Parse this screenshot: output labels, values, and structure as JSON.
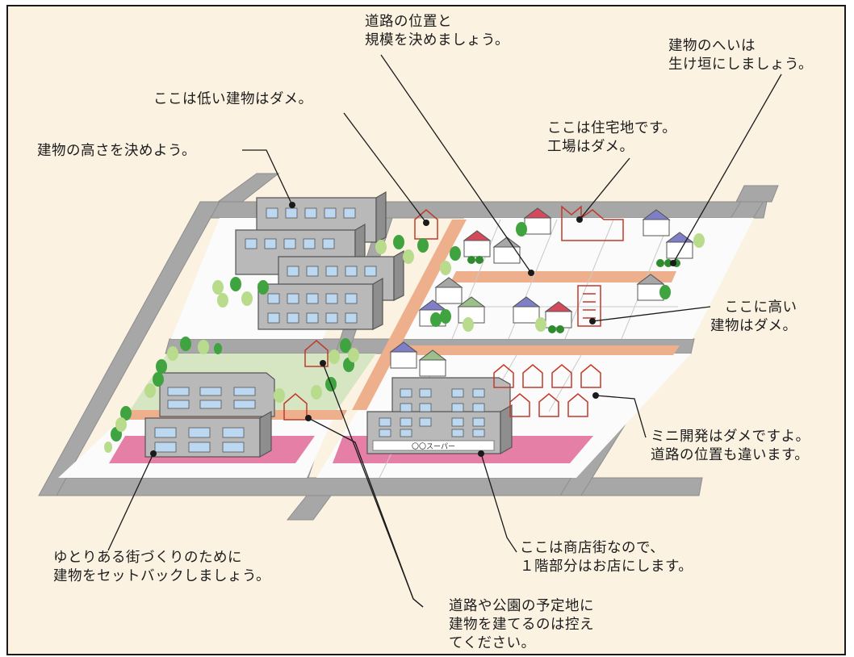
{
  "annotations": {
    "road_plan": {
      "line1": "道路の位置と",
      "line2": "規模を決めましょう。"
    },
    "hedge": {
      "line1": "建物のへいは",
      "line2": "生け垣にしましょう。"
    },
    "no_low": {
      "text": "ここは低い建物はダメ。"
    },
    "residential": {
      "line1": "ここは住宅地です。",
      "line2": "工場はダメ。"
    },
    "height": {
      "text": "建物の高さを決めよう。"
    },
    "no_tall": {
      "line1": "ここに高い",
      "line2": "建物はダメ。"
    },
    "mini_dev": {
      "line1": "ミニ開発はダメですよ。",
      "line2": "道路の位置も違います。"
    },
    "shops": {
      "line1": "ここは商店街なので、",
      "line2": "１階部分はお店にします。"
    },
    "setback": {
      "line1": "ゆとりある街づくりのために",
      "line2": "建物をセットバックしましょう。"
    },
    "reserved": {
      "line1": "道路や公園の予定地に",
      "line2": "建物を建てるのは控え",
      "line3": "てください。"
    }
  },
  "shop_sign": "〇〇スーパー",
  "colors": {
    "background": "#fbf2e2",
    "road": "#a7a7a7",
    "lot": "#fbfbfb",
    "park": "#d6e6c2",
    "setback_zone": "#e57fa6",
    "planned_road": "#eeb08c",
    "tree": "#3fa33f",
    "violation": "#c23a2a"
  }
}
